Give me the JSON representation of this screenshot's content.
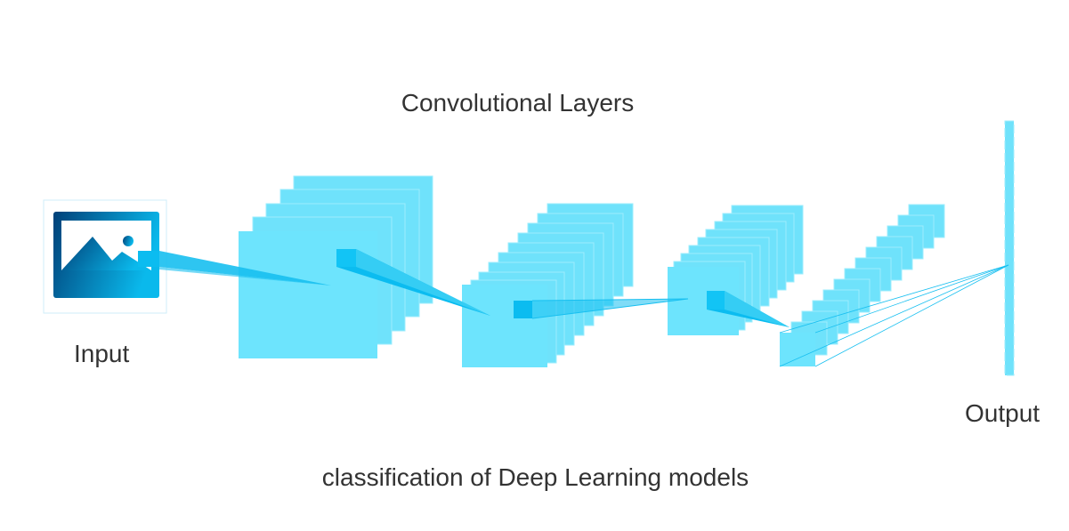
{
  "diagram": {
    "title": "Convolutional Layers",
    "input_label": "Input",
    "output_label": "Output",
    "caption": "classification of Deep Learning models",
    "input_icon": "image-icon",
    "colors": {
      "layer_fill": "#6fe2fb",
      "layer_front": "#6de4fd",
      "connector": "#17bff0",
      "kernel": "#0bbcf0",
      "icon_gradient_start": "#004078",
      "icon_gradient_end": "#0ab9ec",
      "text": "#333333"
    }
  }
}
